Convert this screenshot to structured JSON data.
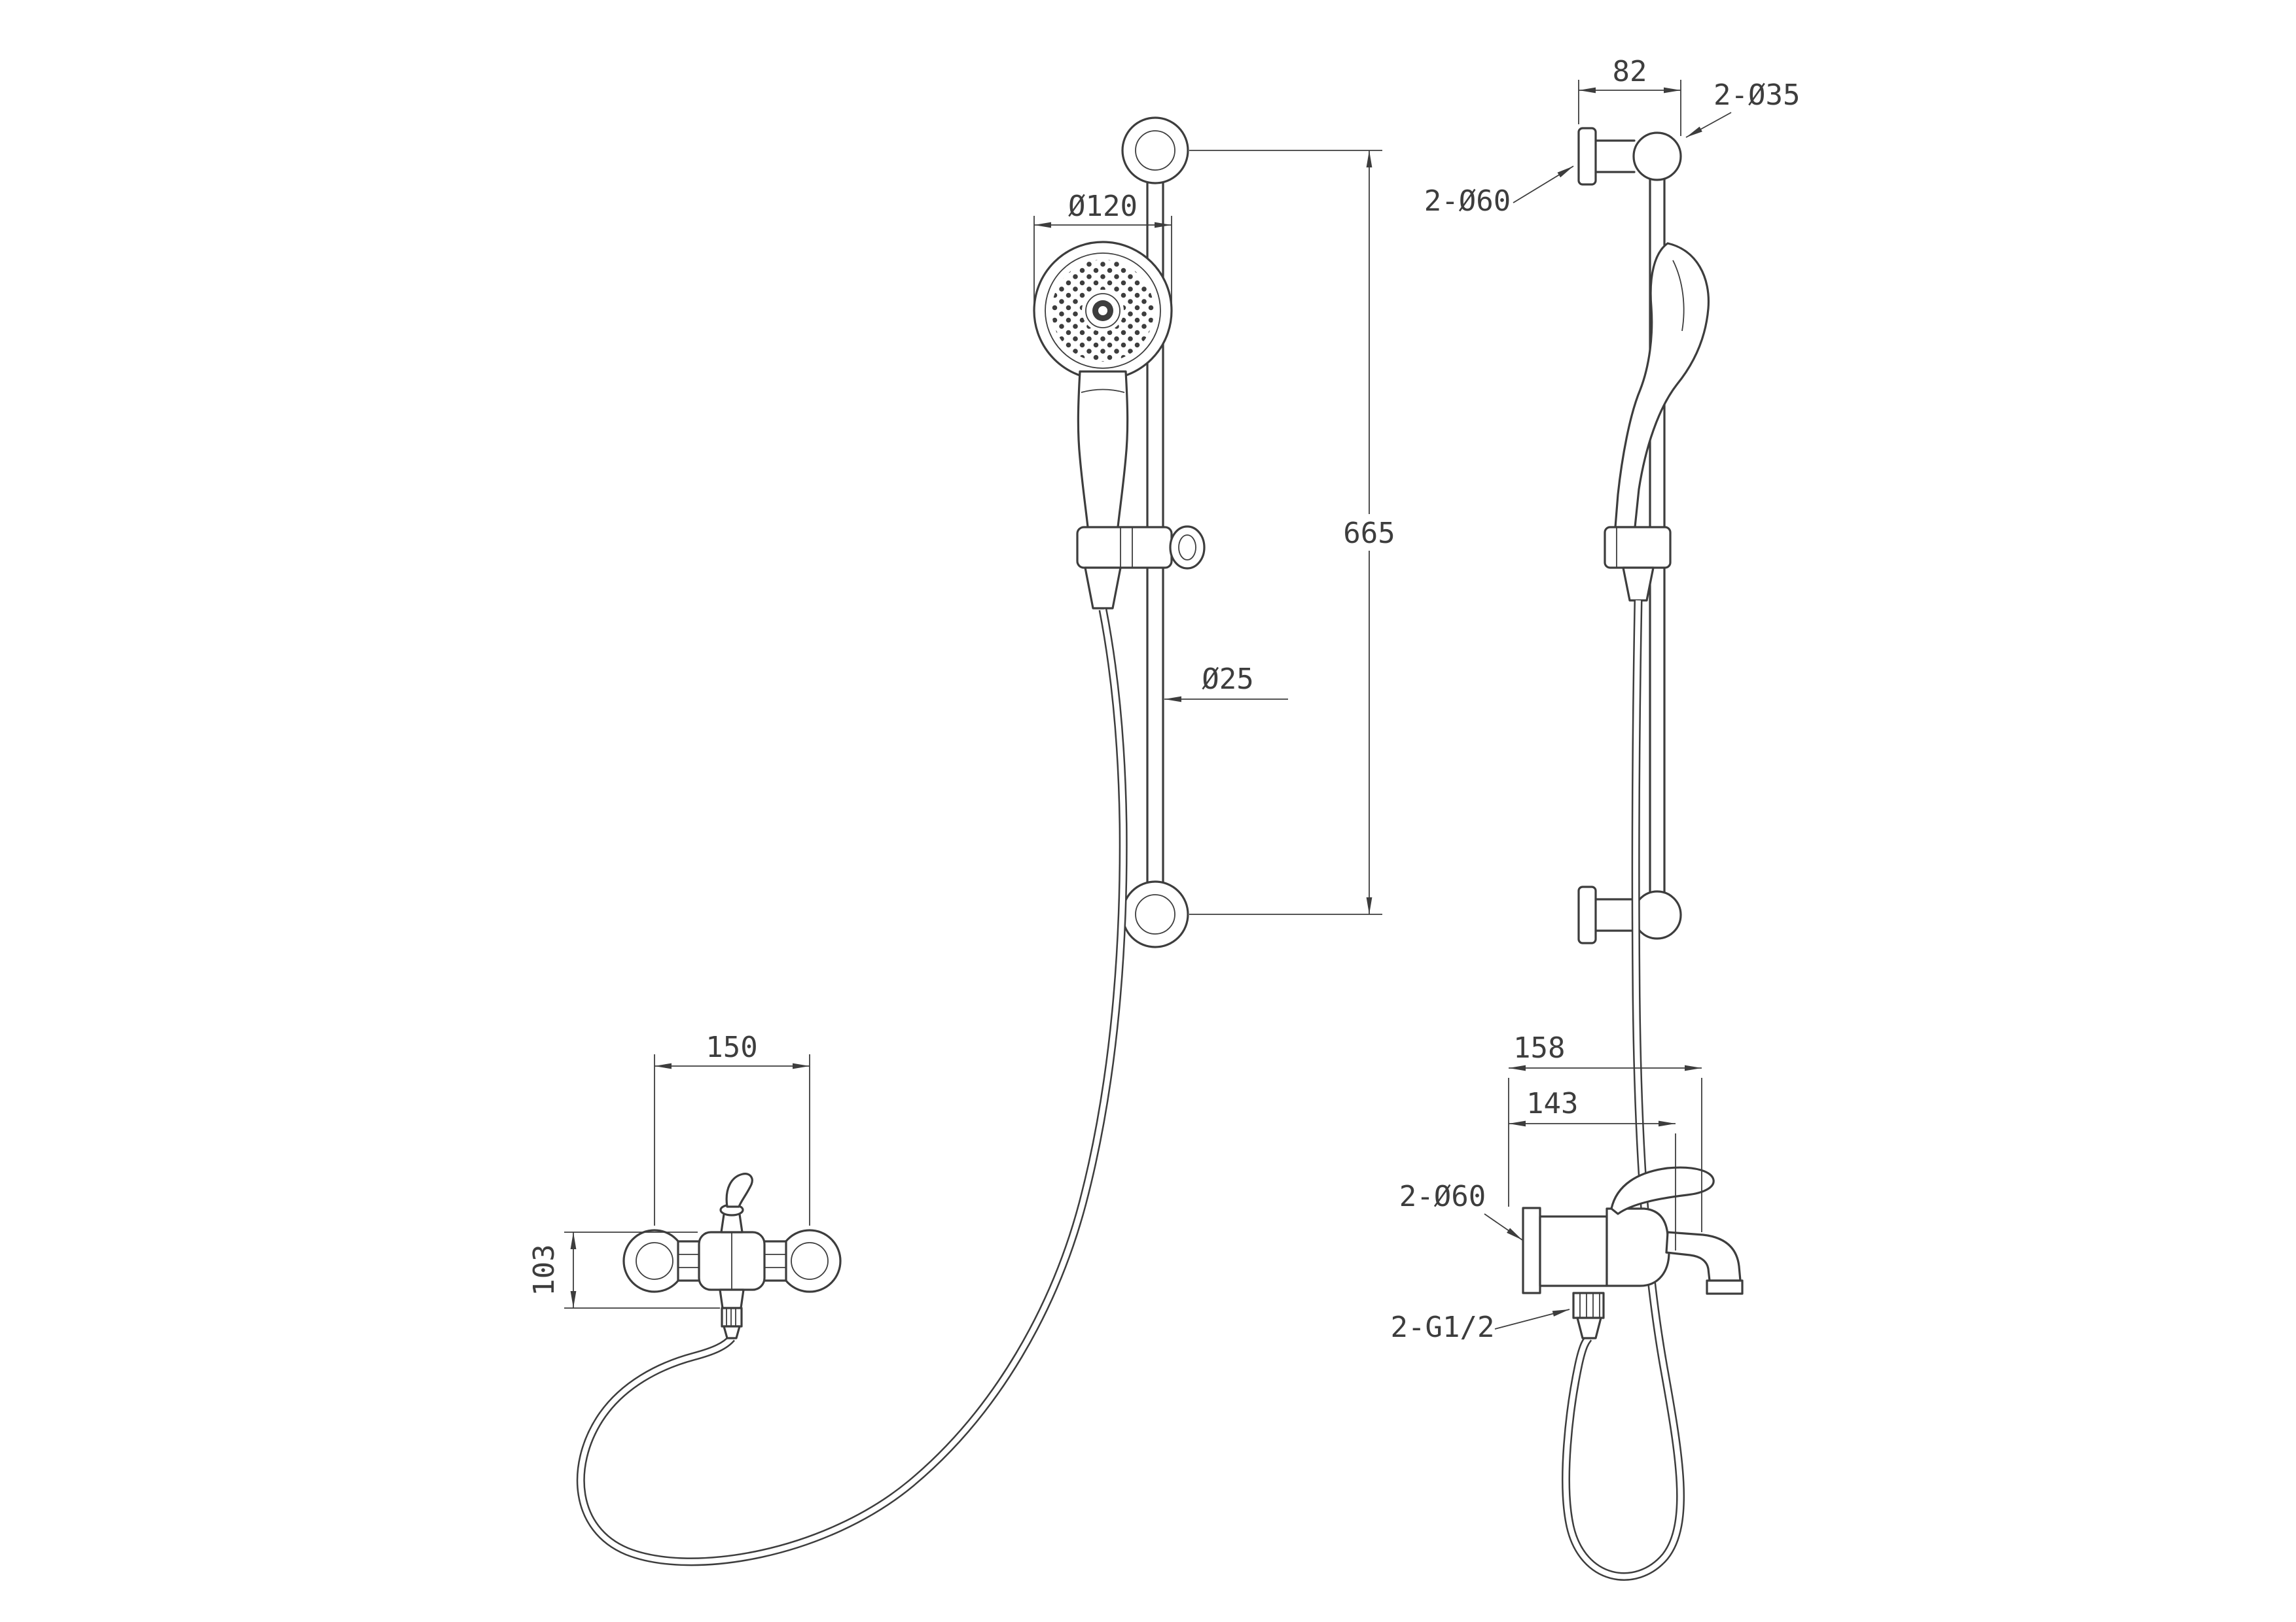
{
  "meta": {
    "background": "#ffffff",
    "ink": "#3d3d3d"
  },
  "front_view": {
    "dim_head_diameter": "Ø120",
    "dim_rail_length": "665",
    "dim_rail_diameter": "Ø25",
    "dim_mixer_centers": "150",
    "dim_mixer_height": "103"
  },
  "side_view": {
    "dim_bracket_depth": "82",
    "dim_bracket_clamp_holes": "2-Ø35",
    "dim_bracket_flanges": "2-Ø60",
    "dim_spout_reach_outer": "158",
    "dim_spout_reach_inner": "143",
    "dim_mixer_flanges": "2-Ø60",
    "dim_hose_thread": "2-G1/2"
  }
}
